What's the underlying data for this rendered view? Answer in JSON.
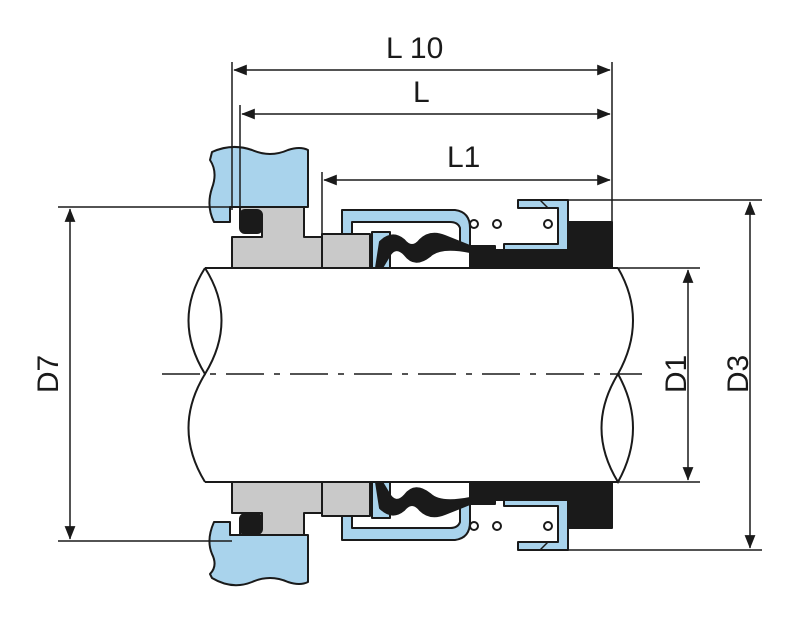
{
  "dimensions": {
    "L10": "L 10",
    "L": "L",
    "L1": "L1",
    "D7": "D7",
    "D1": "D1",
    "D3": "D3"
  },
  "colors": {
    "line": "#1a1a1a",
    "blue_part": "#a9d3ec",
    "grey_part": "#c9c9c9",
    "rubber": "#1a1a1a",
    "shaft": "#ffffff"
  }
}
